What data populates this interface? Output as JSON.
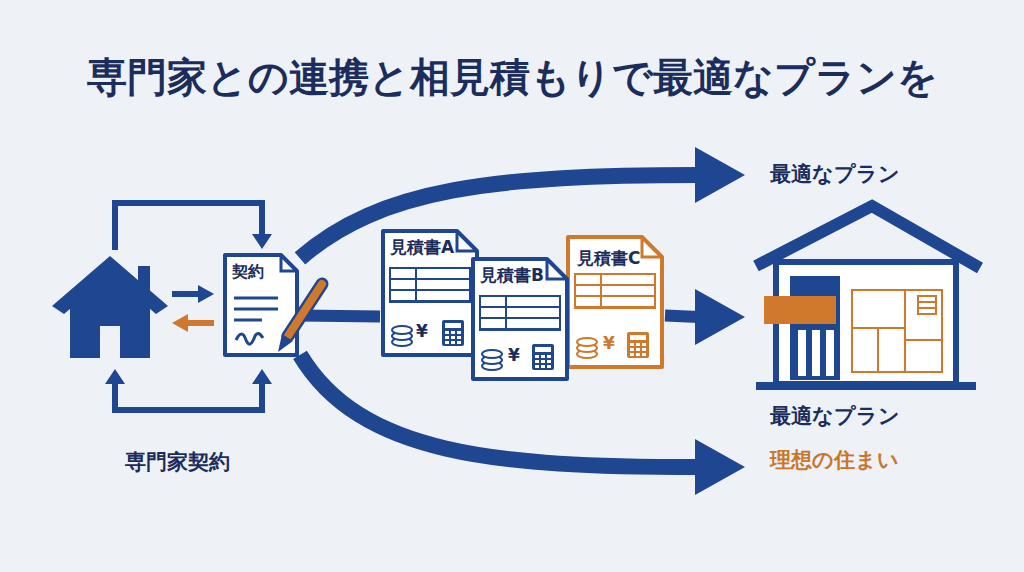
{
  "diagram": {
    "title": "専門家との連携と相見積もりで最適なプランを",
    "nodes": [
      {
        "text": [
          "契約"
        ]
      },
      {
        "text": [
          "見積書A"
        ]
      },
      {
        "text": [
          "見積書B"
        ]
      },
      {
        "text": [
          "見積書C"
        ]
      },
      {
        "text": [
          "最適なプラン",
          "最適なプラン",
          "理想の住まい"
        ]
      }
    ],
    "edges": [
      {
        "from": 0,
        "to": 4,
        "arrow": "to"
      },
      {
        "from": 0,
        "to": 1,
        "arrow": "none"
      },
      {
        "from": 3,
        "to": 4,
        "arrow": "to"
      },
      {
        "from": 0,
        "to": 4,
        "arrow": "to"
      }
    ],
    "labels": [
      "専門家契約",
      "¥",
      "¥",
      "¥"
    ]
  }
}
